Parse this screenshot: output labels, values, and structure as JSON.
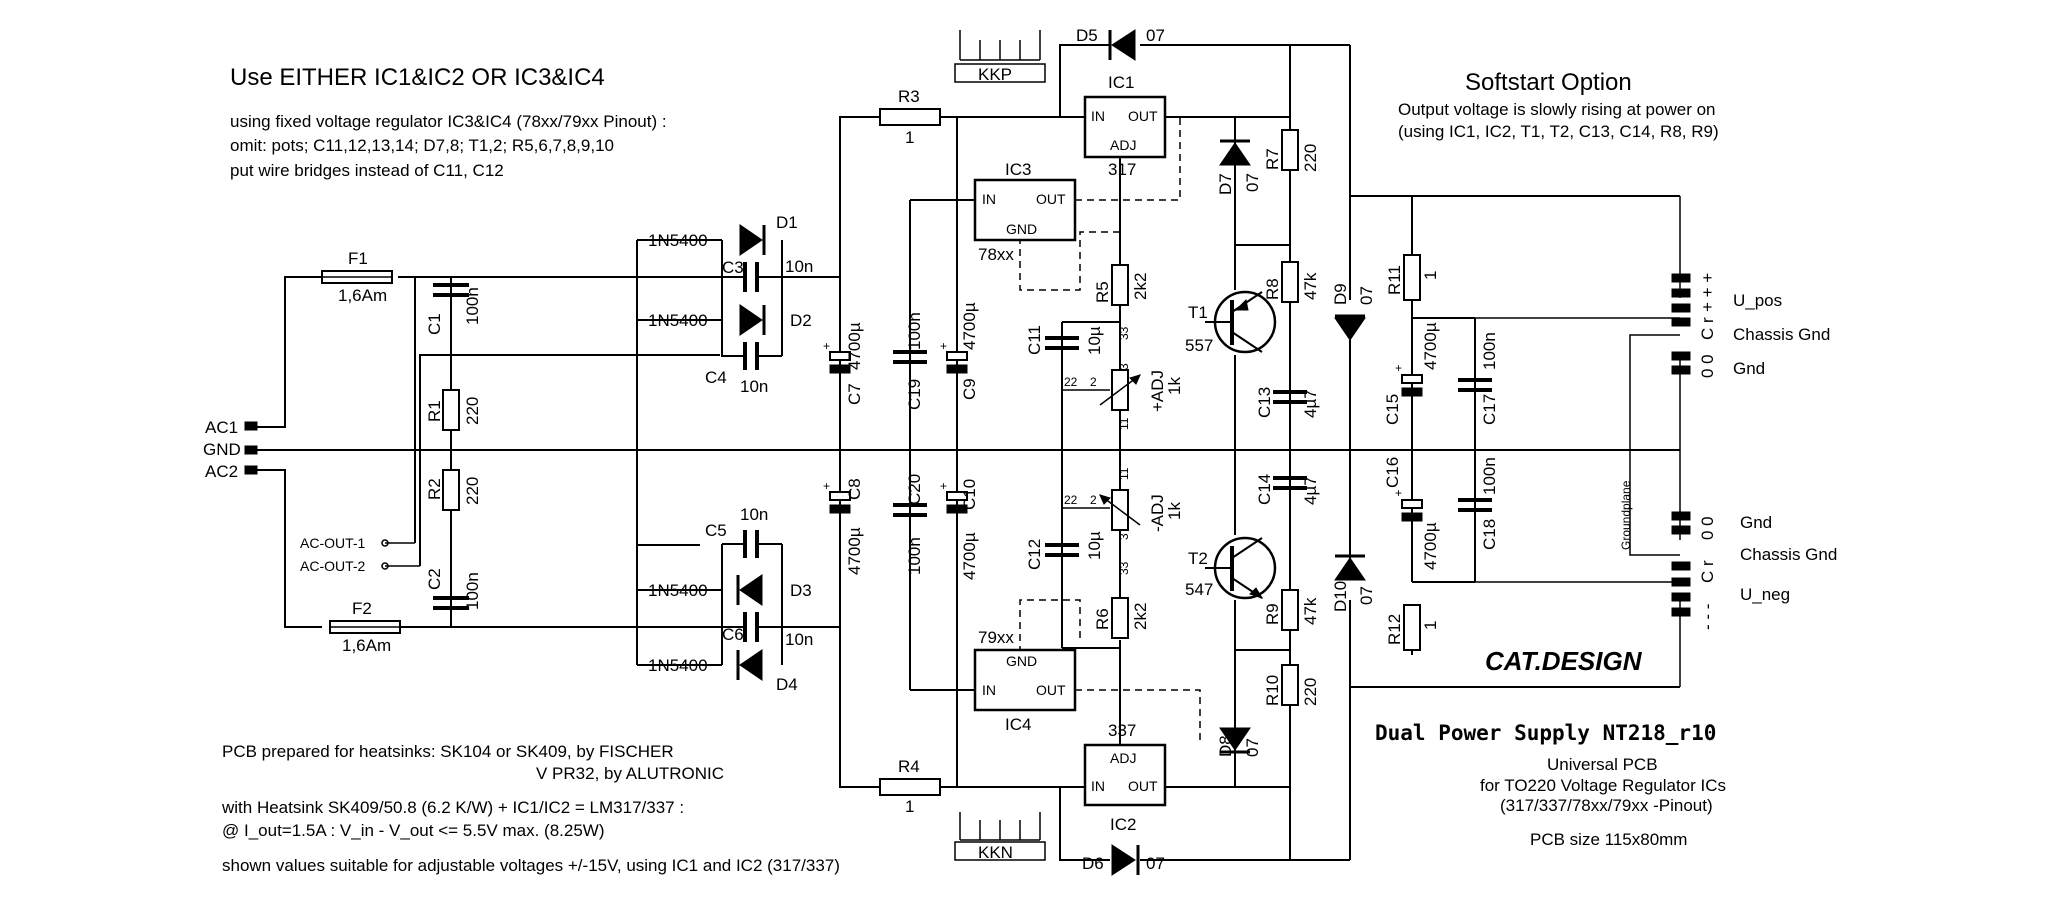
{
  "notes": {
    "title": "Use EITHER   IC1&IC2   OR   IC3&IC4",
    "line1": "using fixed voltage regulator IC3&IC4 (78xx/79xx Pinout) :",
    "line2": "omit:  pots;  C11,12,13,14;  D7,8;  T1,2;  R5,6,7,8,9,10",
    "line3": "put wire bridges instead of C11, C12",
    "softstart_title": "Softstart Option",
    "softstart_1": "Output voltage is slowly rising at power on",
    "softstart_2": "(using IC1, IC2, T1, T2, C13, C14, R8, R9)",
    "pcb1": "PCB prepared for heatsinks:  SK104 or SK409, by FISCHER",
    "pcb2": "V PR32,  by ALUTRONIC",
    "hs1": "with Heatsink SK409/50.8 (6.2 K/W) + IC1/IC2 = LM317/337 :",
    "hs2": "@ I_out=1.5A  :  V_in - V_out <= 5.5V max. (8.25W)",
    "shown": "shown values suitable for adjustable voltages +/-15V, using IC1 and IC2 (317/337)",
    "project": "Dual Power Supply    NT218_r10",
    "universal": "Universal  PCB",
    "for_to220": "for TO220 Voltage Regulator ICs",
    "pinout": "(317/337/78xx/79xx -Pinout)",
    "pcb_size": "PCB size 115x80mm",
    "brand": "CAT.DESIGN",
    "groundplane": "Groundplane"
  },
  "inputs": {
    "ac1": "AC1",
    "gnd": "GND",
    "ac2": "AC2",
    "acout1": "AC-OUT-1",
    "acout2": "AC-OUT-2"
  },
  "outputs": {
    "u_pos": "U_pos",
    "chassis_top": "Chassis Gnd",
    "gnd_top": "Gnd",
    "gnd_bot": "Gnd",
    "chassis_bot": "Chassis Gnd",
    "u_neg": "U_neg",
    "pins_upos": "+ + +",
    "pins_chassis_top": "C r",
    "pins_gnd_top": "0 0",
    "pins_gnd_bot": "0 0",
    "pins_chassis_bot": "C r",
    "pins_uneg": "- - -"
  },
  "heatsinks": {
    "kkp": "KKP",
    "kkn": "KKN"
  },
  "fuses": {
    "f1": "F1",
    "f1_val": "1,6Am",
    "f2": "F2",
    "f2_val": "1,6Am"
  },
  "diodes": {
    "d1": "D1",
    "d2": "D2",
    "d3": "D3",
    "d4": "D4",
    "d1_type": "1N5400",
    "d2_type": "1N5400",
    "d3_type": "1N5400",
    "d4_type": "1N5400",
    "d5": "D5",
    "d5_val": "07",
    "d6": "D6",
    "d6_val": "07",
    "d7": "D7",
    "d7_val": "07",
    "d8": "D8",
    "d8_val": "07",
    "d9": "D9",
    "d9_val": "07",
    "d10": "D10",
    "d10_val": "07"
  },
  "capacitors": {
    "c1": "C1",
    "c1_val": "100n",
    "c2": "C2",
    "c2_val": "100n",
    "c3": "C3",
    "c3_val": "10n",
    "c4": "C4",
    "c4_val": "10n",
    "c5": "C5",
    "c5_val": "10n",
    "c6": "C6",
    "c6_val": "10n",
    "c7": "C7",
    "c7_val": "4700µ",
    "c8": "C8",
    "c8_val": "4700µ",
    "c9": "C9",
    "c9_val": "4700µ",
    "c10": "C10",
    "c10_val": "4700µ",
    "c11": "C11",
    "c11_val": "10µ",
    "c12": "C12",
    "c12_val": "10µ",
    "c13": "C13",
    "c13_val": "4µ7",
    "c14": "C14",
    "c14_val": "4µ7",
    "c15": "C15",
    "c15_val": "4700µ",
    "c16": "C16",
    "c16_val": "4700µ",
    "c17": "C17",
    "c17_val": "100n",
    "c18": "C18",
    "c18_val": "100n",
    "c19": "C19",
    "c19_val": "100n",
    "c20": "C20",
    "c20_val": "100n"
  },
  "resistors": {
    "r1": "R1",
    "r1_val": "220",
    "r2": "R2",
    "r2_val": "220",
    "r3": "R3",
    "r3_val": "1",
    "r4": "R4",
    "r4_val": "1",
    "r5": "R5",
    "r5_val": "2k2",
    "r6": "R6",
    "r6_val": "2k2",
    "r7": "R7",
    "r7_val": "220",
    "r8": "R8",
    "r8_val": "47k",
    "r9": "R9",
    "r9_val": "47k",
    "r10": "R10",
    "r10_val": "220",
    "r11": "R11",
    "r11_val": "1",
    "r12": "R12",
    "r12_val": "1"
  },
  "pots": {
    "pos": "+ADJ",
    "pos_val": "1k",
    "neg": "-ADJ",
    "neg_val": "1k"
  },
  "transistors": {
    "t1": "T1",
    "t1_type": "557",
    "t2": "T2",
    "t2_type": "547"
  },
  "ics": {
    "ic1": "IC1",
    "ic1_type": "317",
    "ic1_in": "IN",
    "ic1_out": "OUT",
    "ic1_adj": "ADJ",
    "ic2": "IC2",
    "ic2_type": "337",
    "ic2_in": "IN",
    "ic2_out": "OUT",
    "ic2_adj": "ADJ",
    "ic3": "IC3",
    "ic3_type": "78xx",
    "ic3_in": "IN",
    "ic3_out": "OUT",
    "ic3_gnd": "GND",
    "ic4": "IC4",
    "ic4_type": "79xx",
    "ic4_in": "IN",
    "ic4_out": "OUT",
    "ic4_gnd": "GND"
  },
  "pad_numbers": {
    "n22": "22",
    "n2": "2",
    "n33": "33",
    "n3": "3",
    "n11": "11",
    "n1": "1"
  }
}
